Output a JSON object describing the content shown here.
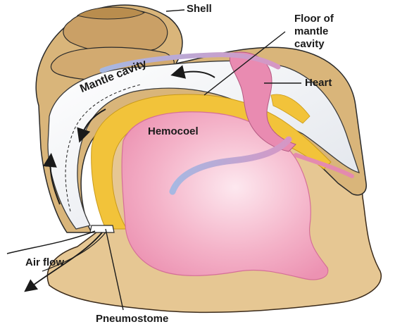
{
  "labels": {
    "shell": "Shell",
    "floor_of_mantle_cavity": "Floor of\nmantle\ncavity",
    "heart": "Heart",
    "mantle_cavity": "Mantle cavity",
    "hemocoel": "Hemocoel",
    "air_flow": "Air flow",
    "pneumostome": "Pneumostome"
  },
  "colors": {
    "body_tan": "#e6c793",
    "shell_tan": "#d9b57a",
    "shell_dark": "#b98d4e",
    "mantle_cavity_fill": "#eef0f4",
    "floor_yellow": "#f2c33a",
    "hemocoel_pink": "#f3a8c0",
    "heart_pink": "#e98bb1",
    "vessel_purple": "#b7a3d8",
    "outline": "#2a2a2a"
  }
}
